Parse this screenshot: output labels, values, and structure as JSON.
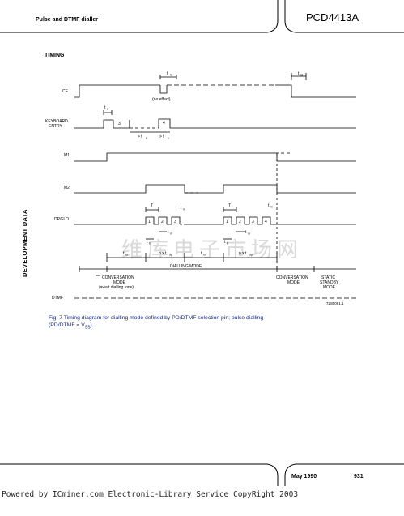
{
  "header": {
    "title": "Pulse and DTMF dialler",
    "part_number": "PCD4413A"
  },
  "section_heading": "TIMING",
  "sidebar_text": "DEVELOPMENT DATA",
  "watermark": "维库电子市场网",
  "diagram": {
    "signals": [
      "CE",
      "KEYBOARD\nENTRY",
      "M1",
      "M2",
      "DP/FLO",
      "DTMF"
    ],
    "timing_labels": {
      "t_rd": "t",
      "t_rd_sub": "rd",
      "no_effect": "(no effect)",
      "t_e": "t",
      "t_e_sub": "e",
      "gt_te": "> t",
      "gt_te_sub": "e",
      "T": "T",
      "t_m": "t",
      "t_m_sub": "m",
      "t_b": "t",
      "t_b_sub": "b",
      "t_id": "t",
      "t_id_sub": "id",
      "n_x_tdp": "n x t",
      "n_x_tdp_sub": "dp"
    },
    "pulse_numbers": [
      "1",
      "2",
      "3",
      "4"
    ],
    "key_numbers": [
      "3",
      "4"
    ],
    "modes": {
      "conversation_left": "CONVERSATION\nMODE\n(await dialling tone)",
      "dialling": "DIALLING MODE",
      "conversation_right": "CONVERSATION\nMODE",
      "static_standby": "STATIC\nSTANDBY\nMODE"
    },
    "figure_code": "7Z80091.1"
  },
  "caption": {
    "line1": "Fig. 7  Timing diagram for dialling mode defined by PD/DTMF selection pin; pulse dialling",
    "line2": "(PD/DTMF = V",
    "line2_sub": "SS",
    "line2_end": ")."
  },
  "footer": {
    "date": "May 1990",
    "page": "931"
  },
  "powered_by": "Powered by ICminer.com Electronic-Library Service CopyRight 2003"
}
